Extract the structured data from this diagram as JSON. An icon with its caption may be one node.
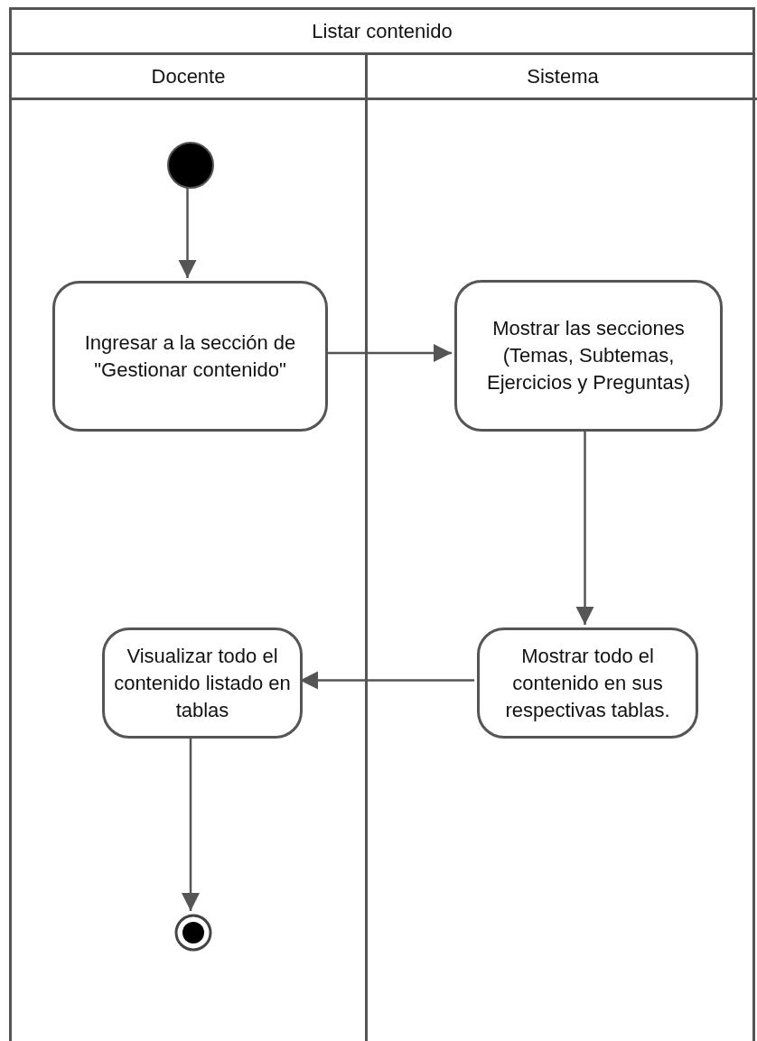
{
  "diagram": {
    "nodes": [
      {
        "text": [
          "Listar contenido"
        ]
      },
      {
        "text": [
          "Docente"
        ],
        "in": 0
      },
      {
        "text": [
          "Sistema"
        ],
        "in": 0
      },
      {
        "text": [],
        "shape": "circle",
        "in": 1
      },
      {
        "text": [
          "Ingresar a la sección de \"Gestionar contenido\""
        ],
        "in": 1
      },
      {
        "text": [
          "Mostrar las secciones (Temas, Subtemas, Ejercicios y Preguntas)"
        ],
        "in": 2
      },
      {
        "text": [
          "Mostrar todo el contenido en sus respectivas tablas."
        ],
        "in": 2
      },
      {
        "text": [
          "Visualizar todo el contenido listado en tablas"
        ],
        "in": 1
      },
      {
        "text": [],
        "shape": "bullseye",
        "in": 1
      }
    ],
    "edges": [
      {
        "from": 3,
        "to": 4,
        "arrow": "to"
      },
      {
        "from": 4,
        "to": 5,
        "arrow": "to"
      },
      {
        "from": 5,
        "to": 6,
        "arrow": "to"
      },
      {
        "from": 6,
        "to": 7,
        "arrow": "to"
      },
      {
        "from": 7,
        "to": 8,
        "arrow": "to"
      }
    ]
  }
}
